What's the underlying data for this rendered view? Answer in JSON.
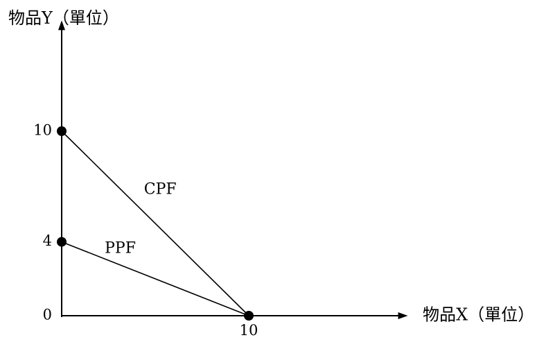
{
  "chart_data": {
    "type": "line",
    "title": "",
    "xlabel": "物品X（單位）",
    "ylabel": "物品Y（單位）",
    "xlim": [
      0,
      18.5
    ],
    "ylim": [
      0,
      16
    ],
    "x_ticks": [
      {
        "value": 10,
        "label": "10"
      }
    ],
    "y_ticks": [
      {
        "value": 0,
        "label": "0"
      },
      {
        "value": 4,
        "label": "4"
      },
      {
        "value": 10,
        "label": "10"
      }
    ],
    "grid": false,
    "legend": "none",
    "series": [
      {
        "name": "CPF",
        "points": [
          {
            "x": 0,
            "y": 10
          },
          {
            "x": 10,
            "y": 0
          }
        ],
        "label_at": {
          "x": 4.4,
          "y": 6.6
        },
        "color": "#000000"
      },
      {
        "name": "PPF",
        "points": [
          {
            "x": 0,
            "y": 4
          },
          {
            "x": 10,
            "y": 0
          }
        ],
        "label_at": {
          "x": 2.3,
          "y": 3.4
        },
        "color": "#000000"
      }
    ],
    "markers": [
      {
        "x": 0,
        "y": 10
      },
      {
        "x": 0,
        "y": 4
      },
      {
        "x": 10,
        "y": 0
      }
    ]
  }
}
